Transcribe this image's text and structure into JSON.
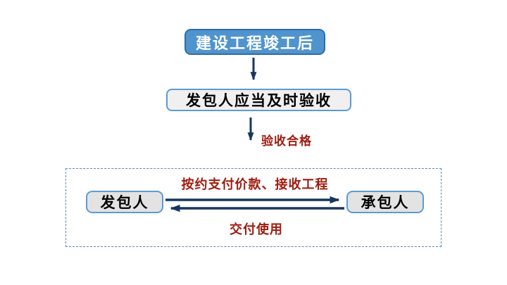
{
  "flowchart": {
    "top_box": "建设工程竣工后",
    "acceptance_box": "发包人应当及时验收",
    "acceptance_arrow_label": "验收合格",
    "group": {
      "employer_box": "发包人",
      "contractor_box": "承包人",
      "payment_arrow_label": "按约支付价款、接收工程",
      "delivery_arrow_label": "交付使用"
    }
  },
  "colors": {
    "top_box_fill": "#5094ce",
    "top_box_border": "#2e6da4",
    "gray_box_fill": "#e3e3e3",
    "gray_box_border": "#5b9bd5",
    "arrow_navy": "#17375e",
    "red_label": "#9e1b10",
    "dashed_border": "#5b87b5",
    "background": "#ffffff"
  }
}
